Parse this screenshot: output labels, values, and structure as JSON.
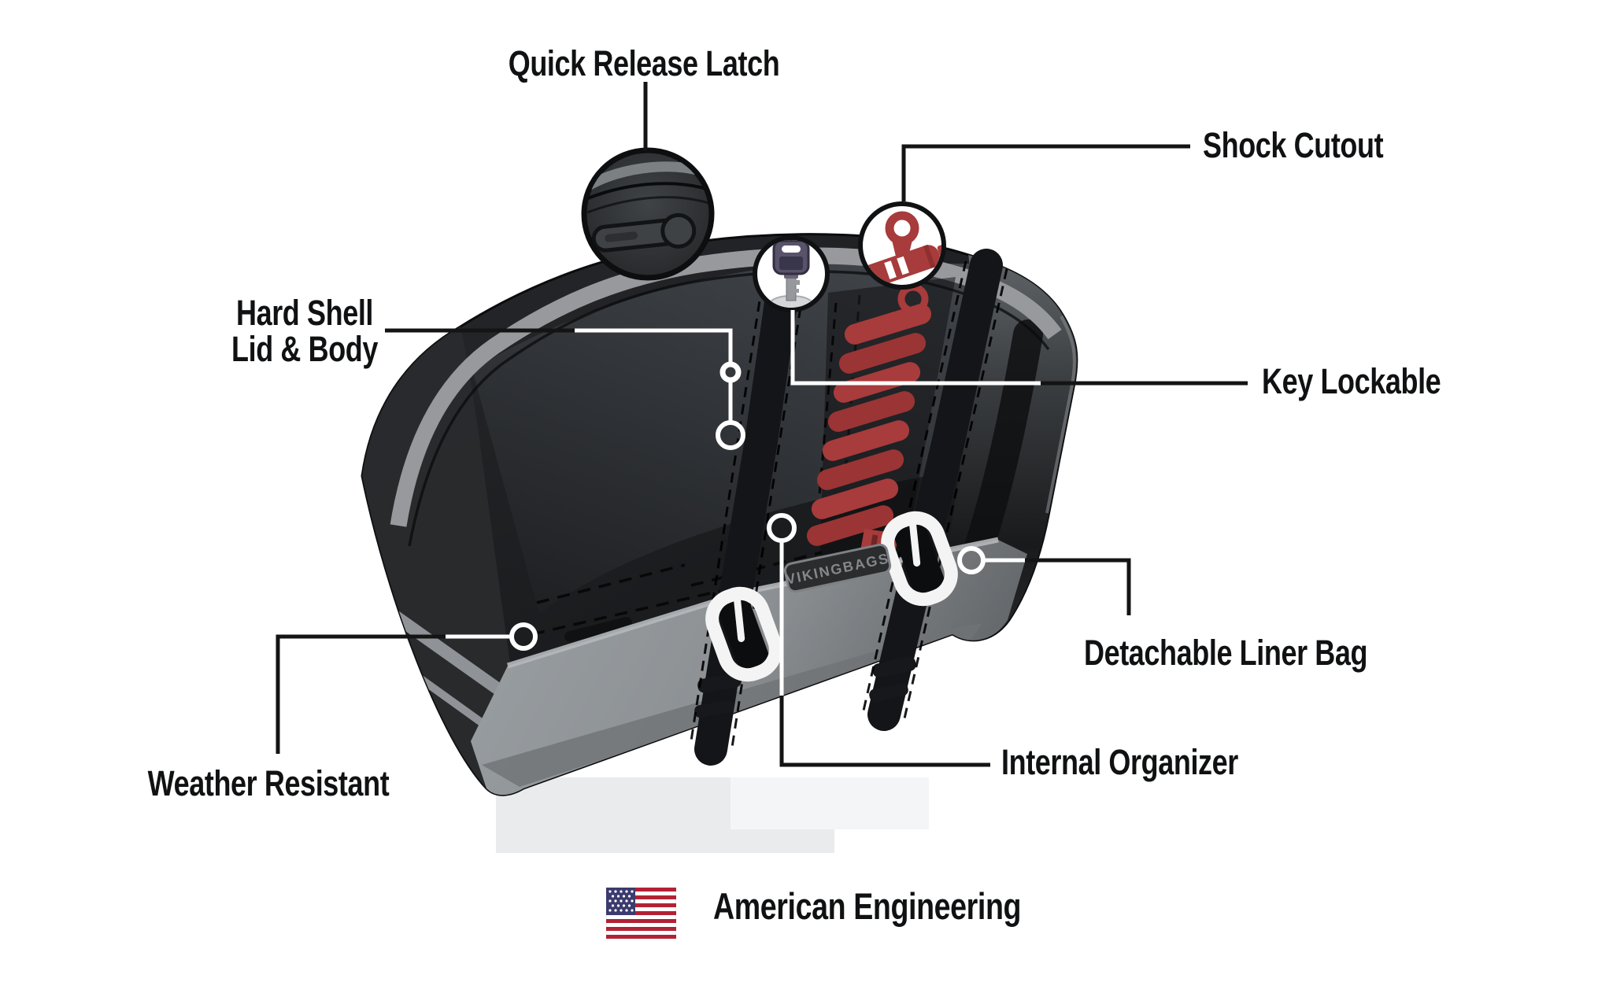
{
  "callouts": {
    "quick_release_latch": {
      "label": "Quick Release Latch"
    },
    "shock_cutout": {
      "label": "Shock Cutout"
    },
    "hard_shell": {
      "label_line1": "Hard Shell",
      "label_line2": "Lid & Body"
    },
    "key_lockable": {
      "label": "Key Lockable"
    },
    "detachable_liner_bag": {
      "label": "Detachable Liner Bag"
    },
    "weather_resistant": {
      "label": "Weather Resistant"
    },
    "internal_organizer": {
      "label": "Internal Organizer"
    }
  },
  "footer": {
    "american_engineering": "American Engineering"
  },
  "product": {
    "brand_plate_text": "VIKINGBAGS"
  },
  "icons": {
    "latch_zoom": "quick-release-latch-zoom-icon",
    "key": "key-icon",
    "shock": "shock-absorber-icon",
    "flag": "us-flag-icon"
  },
  "colors": {
    "bag-black": "#1b1c1e",
    "trim-gray": "#97999c",
    "liner-gray": "#909497",
    "shock-red": "#a83b3b",
    "label-text": "#101112",
    "line-black": "#141414",
    "callout-white": "#ffffff",
    "flag-red": "#b22234",
    "flag-blue": "#3c3b6e"
  }
}
